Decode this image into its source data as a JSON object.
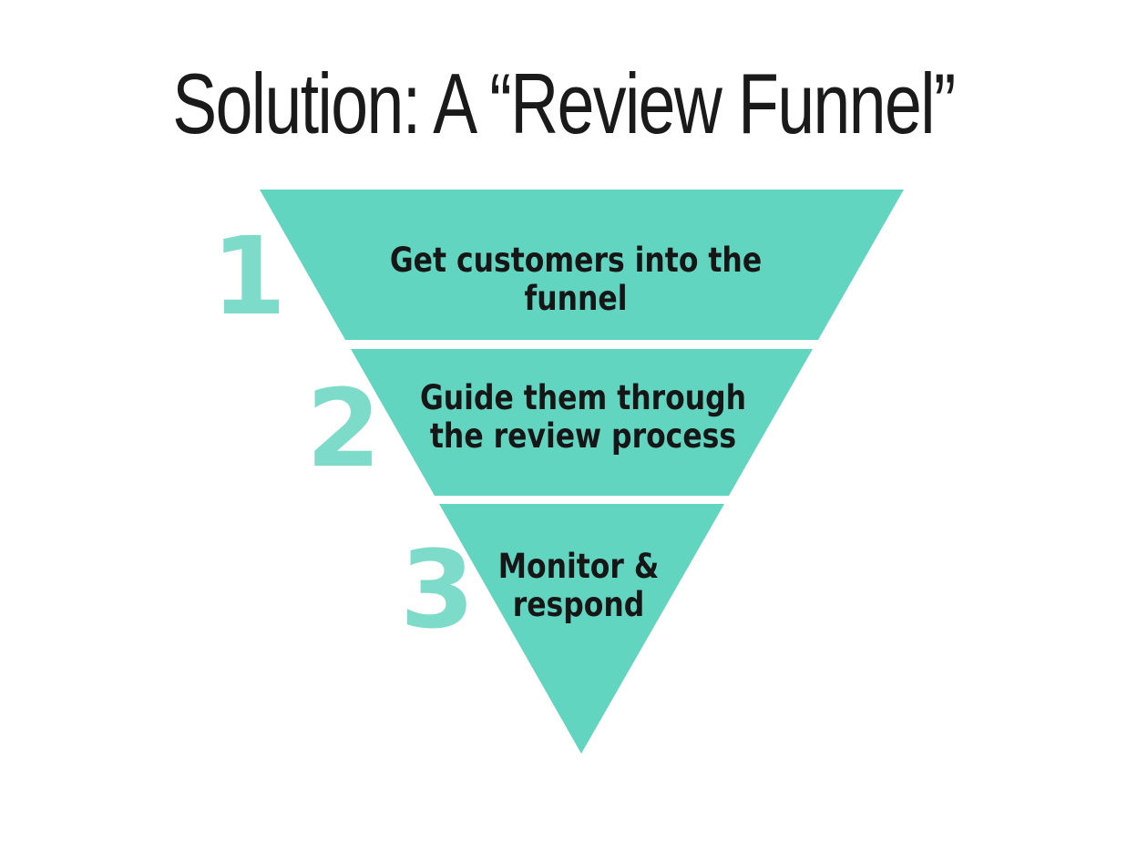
{
  "slide": {
    "title": "Solution: A “Review Funnel”",
    "background": "#ffffff"
  },
  "colors": {
    "funnel_fill": "#62d5c1",
    "step_number": "#7cdbc9",
    "label_text": "#161616",
    "title_text": "#1a1a1a"
  },
  "funnel": {
    "type": "inverted-funnel",
    "steps": [
      {
        "number": "1",
        "label": "Get customers into the funnel"
      },
      {
        "number": "2",
        "label": "Guide them through\nthe review process"
      },
      {
        "number": "3",
        "label": "Monitor &\nrespond"
      }
    ]
  }
}
